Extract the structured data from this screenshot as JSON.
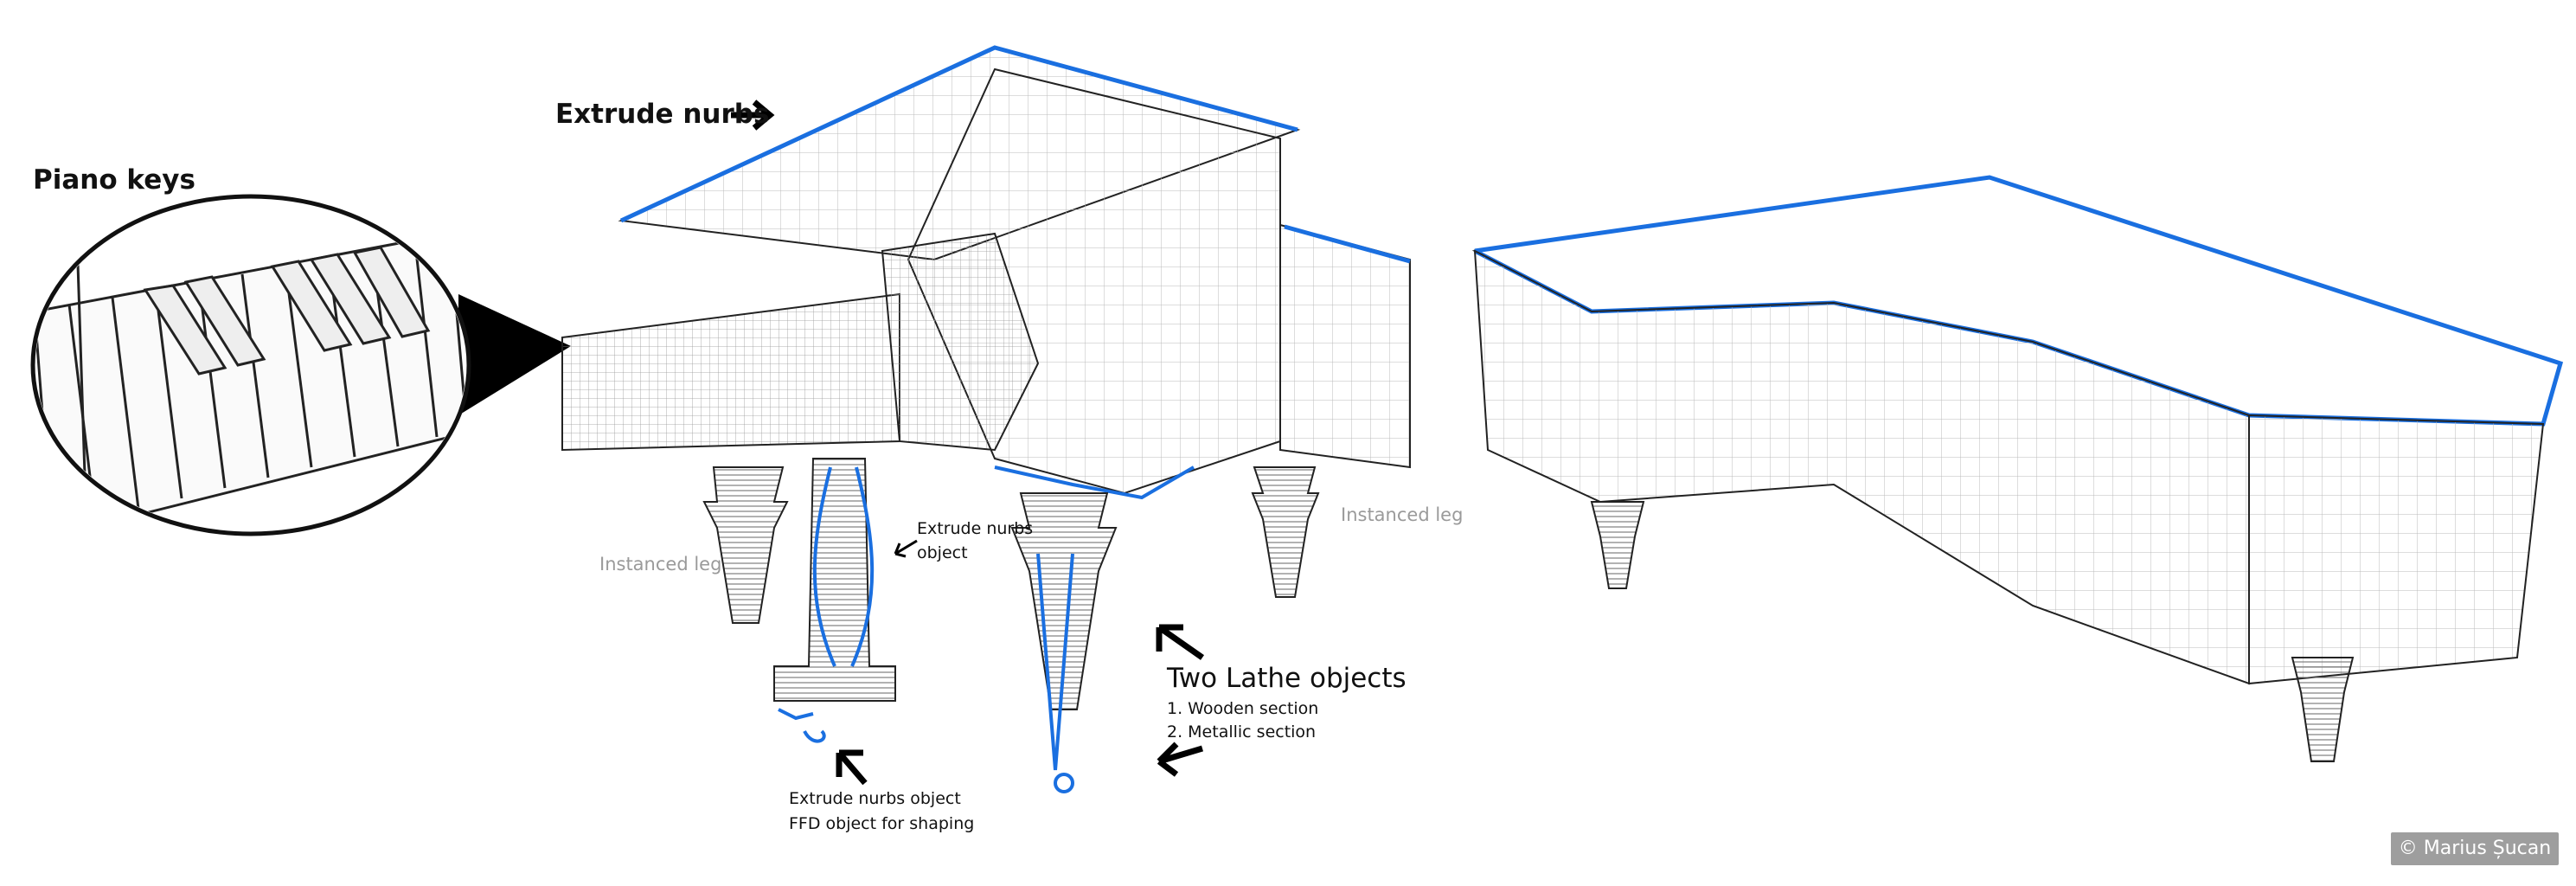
{
  "labels": {
    "piano_keys": "Piano keys",
    "extrude_nurbs_top": "Extrude nurbs",
    "instanced_leg_left": "Instanced leg",
    "instanced_leg_right": "Instanced leg",
    "extrude_nurbs_object_lyre_1": "Extrude nurbs",
    "extrude_nurbs_object_lyre_2": "object",
    "two_lathe_title": "Two Lathe objects",
    "two_lathe_item_1": "1. Wooden section",
    "two_lathe_item_2": "2. Metallic section",
    "pedal_line_1": "Extrude nurbs object",
    "pedal_line_2": "FFD object for shaping"
  },
  "watermark": "© Marius Șucan",
  "colors": {
    "highlight": "#1a6fe0",
    "wire": "#555555"
  }
}
